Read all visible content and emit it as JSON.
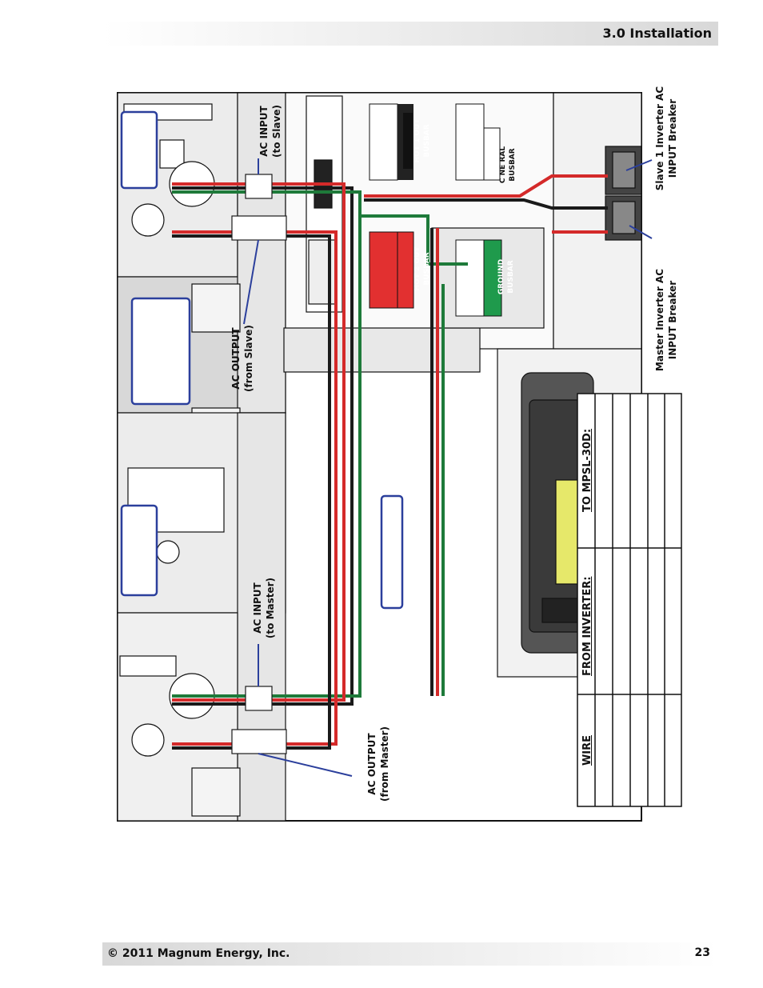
{
  "header": {
    "section_title": "3.0 Installation"
  },
  "footer": {
    "copyright": "© 2011 Magnum Energy, Inc.",
    "page_number": "23"
  },
  "diagram": {
    "labels": {
      "ac_input_slave": "AC INPUT\n(to Slave)",
      "ac_output_slave": "AC OUTPUT\n(from Slave)",
      "ac_input_master": "AC INPUT\n(to Master)",
      "ac_output_master": "AC OUTPUT\n(from Master)",
      "slave_breaker": "Slave 1 Inverter AC\nINPUT Breaker",
      "master_breaker": "Master Inverter AC\nINPUT Breaker"
    },
    "busbars": {
      "hot1": "HOT 1 OUT",
      "hot1_suffix": "BUSBAR",
      "hot2": "HOT 2 OUT",
      "hot2_suffix": "BUSBAR",
      "ground": "GROUND",
      "ground_suffix": "BUSBAR",
      "neutral_partial": "C NE",
      "neutral_suffix": "RAL BUSBAR"
    },
    "wire_table": {
      "col_wire": "WIRE",
      "col_from": "FROM INVERTER:",
      "col_to": "TO MPSL-30D:"
    },
    "colors": {
      "hot_red": "#d42a2a",
      "ground_green": "#1e7a3a",
      "neutral_white": "#f2f2f2",
      "wire_black": "#1a1a1a",
      "callout_blue": "#2b3f9c",
      "busbar_green": "#1f9a4c",
      "busbar_red": "#e23030"
    }
  }
}
